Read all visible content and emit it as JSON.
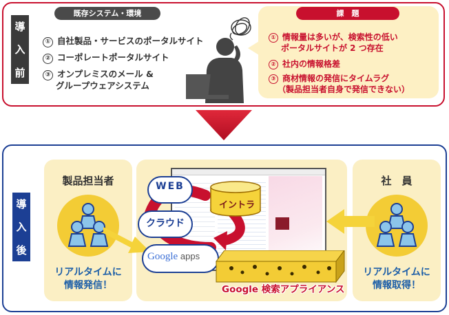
{
  "before": {
    "label_chars": [
      "導",
      "入",
      "前"
    ],
    "env_header": "既存システム・環境",
    "env_items": [
      {
        "num": "①",
        "text": "自社製品・サービスのポータルサイト"
      },
      {
        "num": "②",
        "text": "コーポレートポータルサイト"
      },
      {
        "num": "③",
        "text": "オンプレミスのメール &",
        "text2": "グループウェアシステム"
      }
    ],
    "issues_header": "課　題",
    "issues": [
      {
        "num": "①",
        "lines": [
          "情報量は多いが、検索性の低い",
          "ポータルサイトが 2 つ存在"
        ]
      },
      {
        "num": "②",
        "lines": [
          "社内の情報格差"
        ]
      },
      {
        "num": "③",
        "lines": [
          "商材情報の発信にタイムラグ",
          "（製品担当者自身で発信できない）"
        ]
      }
    ]
  },
  "after": {
    "label_chars": [
      "導",
      "入",
      "後"
    ],
    "left": {
      "title": "製品担当者",
      "caption_lines": [
        "リアルタイムに",
        "情報発信！"
      ]
    },
    "right": {
      "title": "社　員",
      "caption_lines": [
        "リアルタイムに",
        "情報取得！"
      ]
    },
    "clouds": {
      "web": "WEB",
      "cloud": "クラウド",
      "google": "Google",
      "apps": "apps",
      "intra": "イントラ"
    },
    "appliance_label": "Google 検索アプライアンス"
  },
  "colors": {
    "red": "#c8102e",
    "navy": "#1c3f94",
    "yellow_bg": "#fbefc4",
    "blue_text": "#1c5ea8",
    "person_fill": "#8cc5ea",
    "arrow_yellow": "#f5d33a"
  }
}
